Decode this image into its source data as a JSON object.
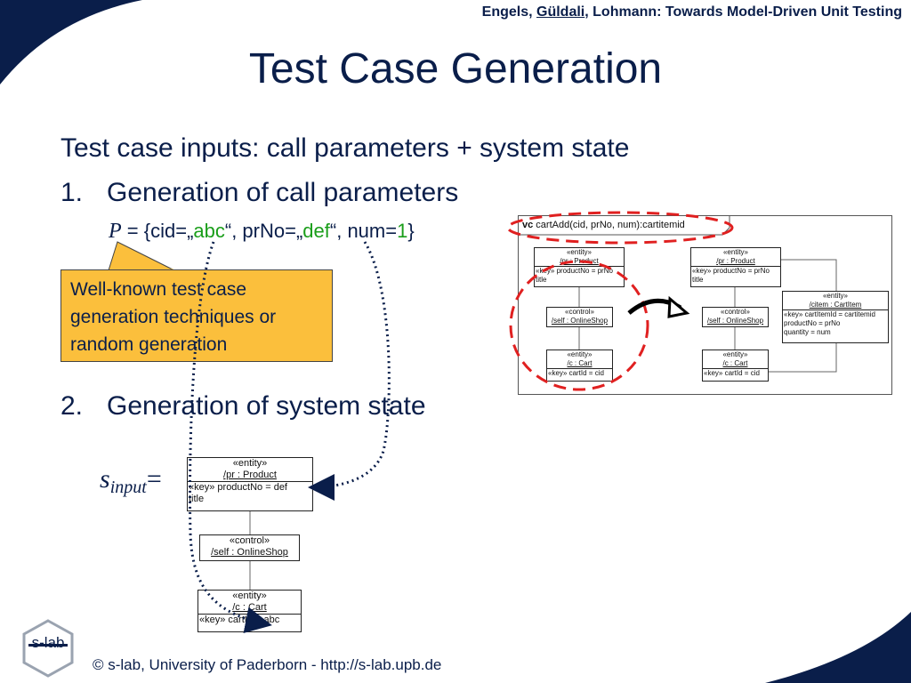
{
  "header": {
    "credit_pre": "Engels, ",
    "credit_underlined": "Güldali",
    "credit_post": ", Lohmann: Towards Model-Driven Unit Testing"
  },
  "title": "Test Case Generation",
  "intro": "Test case inputs: call parameters + system state",
  "items": [
    {
      "number": "1.",
      "text": "Generation of call parameters"
    },
    {
      "number": "2.",
      "text": "Generation of system state"
    }
  ],
  "equation": {
    "var": "P",
    "p1": " = {cid=„",
    "v1": "abc",
    "p2": "“, prNo=„",
    "v2": "def",
    "p3": "“, num=",
    "v3": "1",
    "p4": "}"
  },
  "callout": "Well-known test case generation techniques or random generation",
  "sinput": {
    "base": "s",
    "sub": "input",
    "eq": "="
  },
  "vc_label": {
    "bold": "vc",
    "text": " cartAdd(cid, prNo, num):cartitemid"
  },
  "vc_left": [
    {
      "stereo": "«entity»",
      "name": "/pr : Product",
      "attrs": [
        "«key» productNo = prNo",
        "title"
      ]
    },
    {
      "stereo": "«control»",
      "name": "/self : OnlineShop",
      "attrs": []
    },
    {
      "stereo": "«entity»",
      "name": "/c : Cart",
      "attrs": [
        "«key» cartId = cid"
      ]
    }
  ],
  "vc_right": [
    {
      "stereo": "«entity»",
      "name": "/pr : Product",
      "attrs": [
        "«key» productNo = prNo",
        "title"
      ]
    },
    {
      "stereo": "«control»",
      "name": "/self : OnlineShop",
      "attrs": []
    },
    {
      "stereo": "«entity»",
      "name": "/c : Cart",
      "attrs": [
        "«key» cartId = cid"
      ]
    },
    {
      "stereo": "«entity»",
      "name": "/citem : CartItem",
      "attrs": [
        "«key» cartItemId = cartitemid",
        "productNo = prNo",
        "quantity = num"
      ]
    }
  ],
  "state": [
    {
      "stereo": "«entity»",
      "name": "/pr : Product",
      "attrs": [
        "«key» productNo = def",
        "title"
      ]
    },
    {
      "stereo": "«control»",
      "name": "/self : OnlineShop",
      "attrs": []
    },
    {
      "stereo": "«entity»",
      "name": "/c : Cart",
      "attrs": [
        "«key» cartId = abc"
      ]
    }
  ],
  "footer": "© s-lab, University of Paderborn  - http://s-lab.upb.de",
  "logo_text": "s-lab",
  "colors": {
    "navy": "#0a1e4a",
    "green": "#1a9e1a",
    "callout": "#fbbf3c",
    "red_dash": "#e02020"
  }
}
